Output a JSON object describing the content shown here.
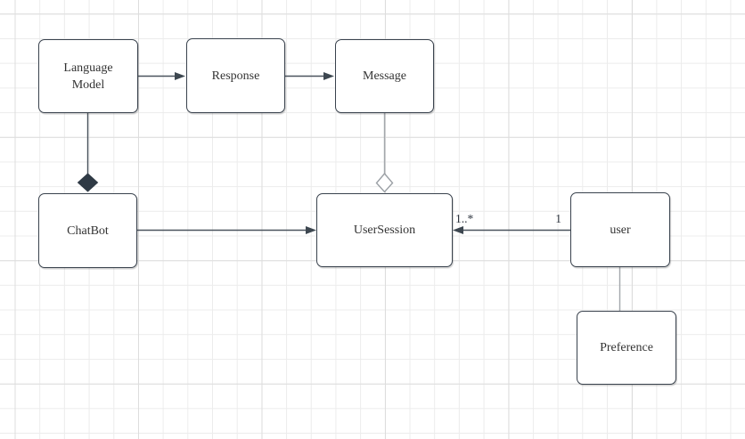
{
  "diagram": {
    "nodes": [
      {
        "id": "language-model",
        "label": "Language Model"
      },
      {
        "id": "response",
        "label": "Response"
      },
      {
        "id": "message",
        "label": "Message"
      },
      {
        "id": "chatbot",
        "label": "ChatBot"
      },
      {
        "id": "user-session",
        "label": "UserSession"
      },
      {
        "id": "user",
        "label": "user"
      },
      {
        "id": "preference",
        "label": "Preference"
      }
    ],
    "edges": [
      {
        "id": "languagemodel-to-response",
        "type": "arrow"
      },
      {
        "id": "response-to-message",
        "type": "arrow"
      },
      {
        "id": "languagemodel-to-chatbot",
        "type": "composition-filled-diamond"
      },
      {
        "id": "message-to-usersession",
        "type": "aggregation-hollow-diamond"
      },
      {
        "id": "chatbot-to-usersession",
        "type": "arrow"
      },
      {
        "id": "user-to-usersession",
        "type": "arrow",
        "source_label": "1",
        "target_label": "1..*"
      },
      {
        "id": "user-to-preference",
        "type": "plain-line"
      }
    ],
    "colors": {
      "background": "#ffffff",
      "grid_minor": "#ececec",
      "grid_major": "#dddddd",
      "node_fill": "#ffffff",
      "node_border": "#39424d",
      "text": "#333333",
      "edge_dark": "#4a535d",
      "edge_light": "#a3a7ac",
      "diamond_fill": "#2f3a45"
    }
  }
}
